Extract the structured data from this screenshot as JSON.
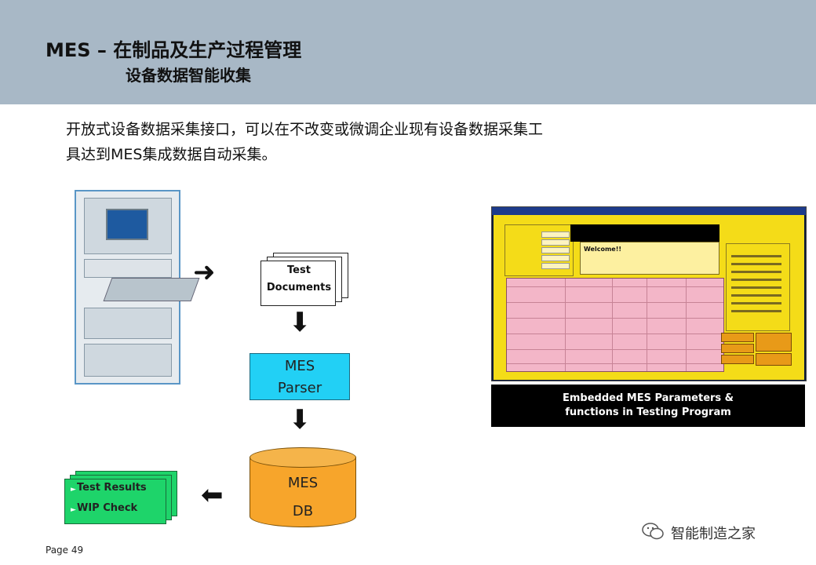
{
  "header": {
    "title_line1": "MES – 在制品及生产过程管理",
    "title_line2": "设备数据智能收集"
  },
  "intro": {
    "line1": "开放式设备数据采集接口，可以在不改变或微调企业现有设备数据采集工",
    "line2": "具达到MES集成数据自动采集。"
  },
  "flow": {
    "test_documents": "Test Documents",
    "parser_line1": "MES",
    "parser_line2": "Parser",
    "db_line1": "MES",
    "db_line2": "DB",
    "results": [
      "Test Results",
      "WIP Check"
    ]
  },
  "screen": {
    "welcome": "Welcome!!"
  },
  "caption": {
    "line1": "Embedded MES Parameters &",
    "line2": "functions in Testing Program"
  },
  "footer": {
    "page_label": "Page 49"
  },
  "watermark": {
    "text": "智能制造之家",
    "icon": "wechat-icon"
  },
  "colors": {
    "header_bg": "#a8b8c6",
    "parser_fill": "#22d0f5",
    "db_fill": "#f7a52b",
    "results_fill": "#1ed46a",
    "screen_fill": "#f4dc18",
    "table_fill": "#f3b6c8"
  }
}
